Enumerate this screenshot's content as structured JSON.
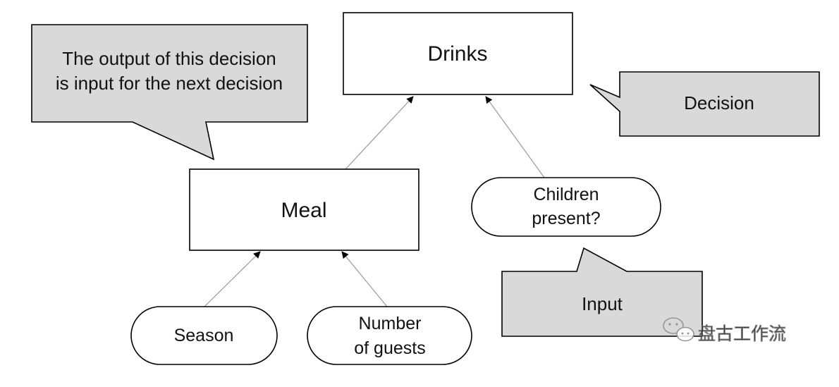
{
  "nodes": {
    "drinks": {
      "label": "Drinks"
    },
    "meal": {
      "label": "Meal"
    },
    "children": {
      "line1": "Children",
      "line2": "present?"
    },
    "season": {
      "label": "Season"
    },
    "guests": {
      "line1": "Number",
      "line2": "of guests"
    }
  },
  "callouts": {
    "output": {
      "line1": "The output of this decision",
      "line2": "is input for the next decision"
    },
    "decision": {
      "label": "Decision"
    },
    "input": {
      "label": "Input"
    }
  },
  "watermark": {
    "text": "盘古工作流",
    "icon": "wechat-icon"
  },
  "colors": {
    "callout_fill": "#d9d9d9",
    "edge": "#999999",
    "stroke": "#000000"
  }
}
